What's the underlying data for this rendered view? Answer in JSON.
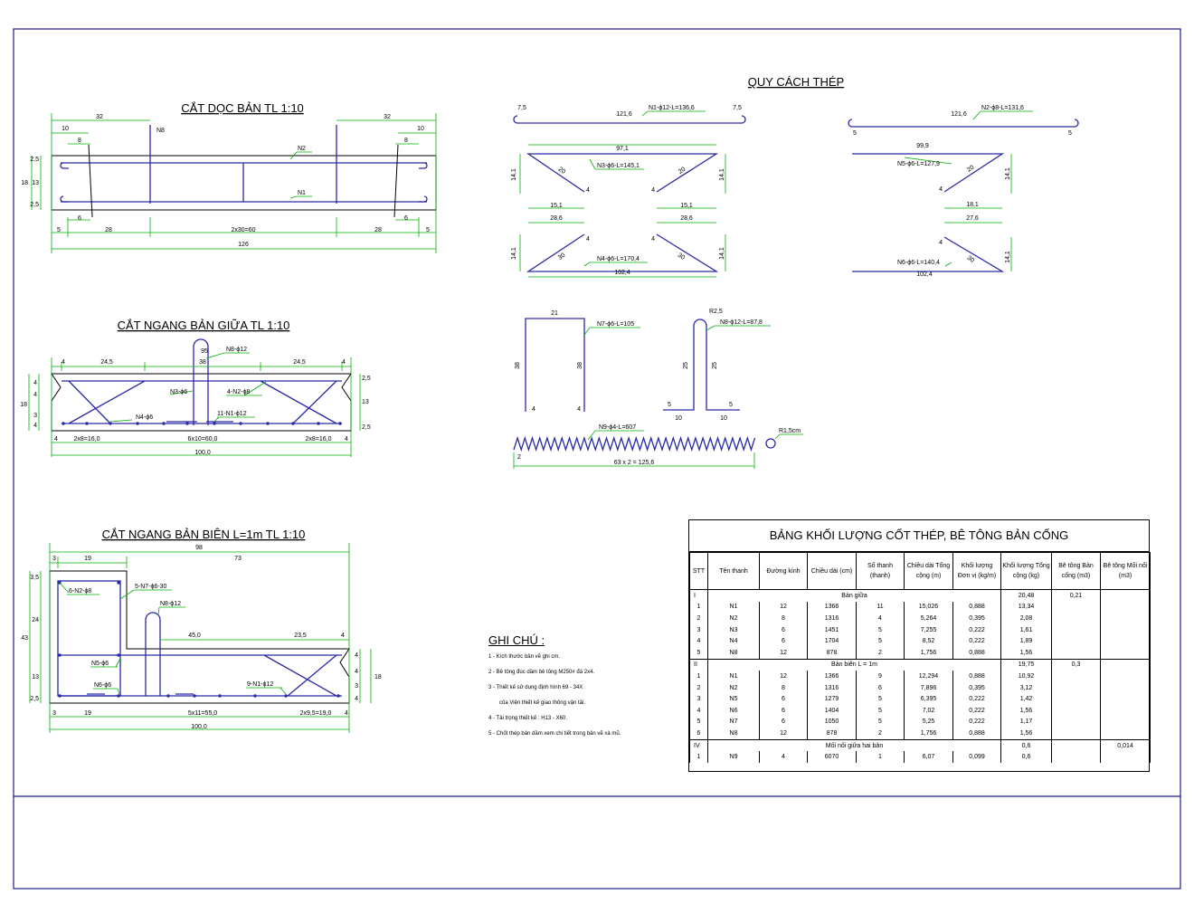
{
  "titles": {
    "long_section": "CẮT DỌC BẢN TL 1:10",
    "mid_section": "CẮT NGANG BẢN GIỮA TL 1:10",
    "edge_section": "CẮT NGANG BẢN BIÊN L=1m TL 1:10",
    "steel_spec": "QUY CÁCH THÉP"
  },
  "long_section": {
    "dims_top": [
      "32",
      "32",
      "10",
      "10",
      "8",
      "8"
    ],
    "dims_left": [
      "2,5",
      "13",
      "2,5",
      "18"
    ],
    "dims_bottom": [
      "5",
      "28",
      "2x30=60",
      "28",
      "5",
      "126"
    ],
    "dims_inner": [
      "6",
      "6"
    ],
    "labels": [
      "N8",
      "N2",
      "N1"
    ]
  },
  "mid_section": {
    "dims_top": [
      "4",
      "24,5",
      "38",
      "24,5",
      "4",
      "95"
    ],
    "dims_left": [
      "4",
      "4",
      "3",
      "4",
      "18"
    ],
    "dims_right": [
      "2,5",
      "13",
      "2,5"
    ],
    "dims_bottom": [
      "4",
      "2x8=16,0",
      "6x10=60,0",
      "2x8=16,0",
      "4",
      "100,0"
    ],
    "labels": [
      "N8-ϕ12",
      "N3-ϕ6",
      "4-N2-ϕ8",
      "N4-ϕ6",
      "11-N1-ϕ12"
    ]
  },
  "edge_section": {
    "dims_top": [
      "3",
      "19",
      "98",
      "73"
    ],
    "dims_mid": [
      "45,0",
      "23,5",
      "4"
    ],
    "dims_left": [
      "3,5",
      "24",
      "13",
      "2,5",
      "43"
    ],
    "dims_right": [
      "4",
      "4",
      "3",
      "4",
      "18"
    ],
    "dims_bottom": [
      "3",
      "19",
      "5x11=55,0",
      "2x9,5=19,0",
      "4",
      "100,0"
    ],
    "labels": [
      "6-N2-ϕ8",
      "5-N7-ϕ6-30",
      "N8-ϕ12",
      "N5-ϕ6",
      "N6-ϕ6",
      "9-N1-ϕ12"
    ]
  },
  "bars": {
    "n1": {
      "label": "N1-ϕ12-L=136,6",
      "dims": [
        "7,5",
        "121,6",
        "7,5"
      ]
    },
    "n2": {
      "label": "N2-ϕ8-L=131,6",
      "dims": [
        "121,6",
        "5",
        "5"
      ]
    },
    "n3": {
      "label": "N3-ϕ6-L=145,1",
      "dims": [
        "97,1",
        "14,1",
        "14,1",
        "20",
        "20",
        "4",
        "4",
        "15,1",
        "15,1"
      ]
    },
    "n4": {
      "label": "N4-ϕ6-L=170,4",
      "dims": [
        "28,6",
        "28,6",
        "14,1",
        "14,1",
        "4",
        "4",
        "30",
        "30",
        "102,4"
      ]
    },
    "n5": {
      "label": "N5-ϕ6-L=127,9",
      "dims": [
        "99,9",
        "20",
        "14,1",
        "4",
        "18,1"
      ]
    },
    "n6": {
      "label": "N6-ϕ6-L=140,4",
      "dims": [
        "27,6",
        "4",
        "30",
        "14,1",
        "102,4"
      ]
    },
    "n7": {
      "label": "N7-ϕ6-L=105",
      "dims": [
        "21",
        "38",
        "38",
        "4",
        "4"
      ]
    },
    "n8": {
      "label": "N8-ϕ12-L=87,8",
      "dims": [
        "R2,5",
        "25",
        "25",
        "5",
        "5",
        "10",
        "10"
      ]
    },
    "n9": {
      "label": "N9-ϕ4-L=607",
      "dims": [
        "R1,5cm",
        "2",
        "63 x 2 = 125,6"
      ]
    }
  },
  "notes": {
    "title": "GHI CHÚ :",
    "items": [
      "1 - Kích thước bản vẽ ghi cm.",
      "2 - Bê tông đúc dầm bê tông M250# đá 2x4.",
      "3 - Thiết kế sử dụng định hình 69 - 34X",
      "của Viện thiết kế giao thông vận tải.",
      "4 - Tải trọng thiết kế : H13 - X60.",
      "5 - Chốt thép bản dầm xem chi tiết trong bản vẽ xà mũ."
    ]
  },
  "table": {
    "title": "BẢNG KHỐI LƯỢNG CỐT THÉP, BÊ TÔNG BẢN CỐNG",
    "headers": [
      "STT",
      "Tên thanh",
      "Đường kính",
      "Chiều dài (cm)",
      "Số thanh (thanh)",
      "Chiều dài Tổng cộng (m)",
      "Khối lượng Đơn vị (kg/m)",
      "Khối lượng Tổng cộng (kg)",
      "Bê tông Bản cống (m3)",
      "Bê tông Mối nối (m3)"
    ],
    "rows": [
      {
        "type": "group",
        "stt": "I",
        "name": "Bản giữa",
        "total": "20,48",
        "bt": "0,21",
        "mn": ""
      },
      {
        "type": "row",
        "cells": [
          "1",
          "N1",
          "12",
          "1366",
          "11",
          "15,026",
          "0,888",
          "13,34",
          "",
          ""
        ]
      },
      {
        "type": "row",
        "cells": [
          "2",
          "N2",
          "8",
          "1316",
          "4",
          "5,264",
          "0,395",
          "2,08",
          "",
          ""
        ]
      },
      {
        "type": "row",
        "cells": [
          "3",
          "N3",
          "6",
          "1451",
          "5",
          "7,255",
          "0,222",
          "1,61",
          "",
          ""
        ]
      },
      {
        "type": "row",
        "cells": [
          "4",
          "N4",
          "6",
          "1704",
          "5",
          "8,52",
          "0,222",
          "1,89",
          "",
          ""
        ]
      },
      {
        "type": "row",
        "cells": [
          "5",
          "N8",
          "12",
          "878",
          "2",
          "1,756",
          "0,888",
          "1,56",
          "",
          ""
        ]
      },
      {
        "type": "group",
        "stt": "II",
        "name": "Bản biên L = 1m",
        "total": "19,75",
        "bt": "0,3",
        "mn": ""
      },
      {
        "type": "row",
        "cells": [
          "1",
          "N1",
          "12",
          "1366",
          "9",
          "12,294",
          "0,888",
          "10,92",
          "",
          ""
        ]
      },
      {
        "type": "row",
        "cells": [
          "2",
          "N2",
          "8",
          "1316",
          "6",
          "7,896",
          "0,395",
          "3,12",
          "",
          ""
        ]
      },
      {
        "type": "row",
        "cells": [
          "3",
          "N5",
          "6",
          "1279",
          "5",
          "6,395",
          "0,222",
          "1,42",
          "",
          ""
        ]
      },
      {
        "type": "row",
        "cells": [
          "4",
          "N6",
          "6",
          "1404",
          "5",
          "7,02",
          "0,222",
          "1,56",
          "",
          ""
        ]
      },
      {
        "type": "row",
        "cells": [
          "5",
          "N7",
          "6",
          "1050",
          "5",
          "5,25",
          "0,222",
          "1,17",
          "",
          ""
        ]
      },
      {
        "type": "row",
        "cells": [
          "6",
          "N8",
          "12",
          "878",
          "2",
          "1,756",
          "0,888",
          "1,56",
          "",
          ""
        ]
      },
      {
        "type": "group",
        "stt": "IV",
        "name": "Mối nối giữa hai bản",
        "total": "0,6",
        "bt": "",
        "mn": "0,014"
      },
      {
        "type": "row",
        "cells": [
          "1",
          "N9",
          "4",
          "6070",
          "1",
          "6,07",
          "0,099",
          "0,6",
          "",
          ""
        ]
      }
    ]
  },
  "colors": {
    "frame": "#1a1a9a",
    "rebar": "#2a2aa8",
    "dimension": "#00b000",
    "line": "#000000"
  }
}
